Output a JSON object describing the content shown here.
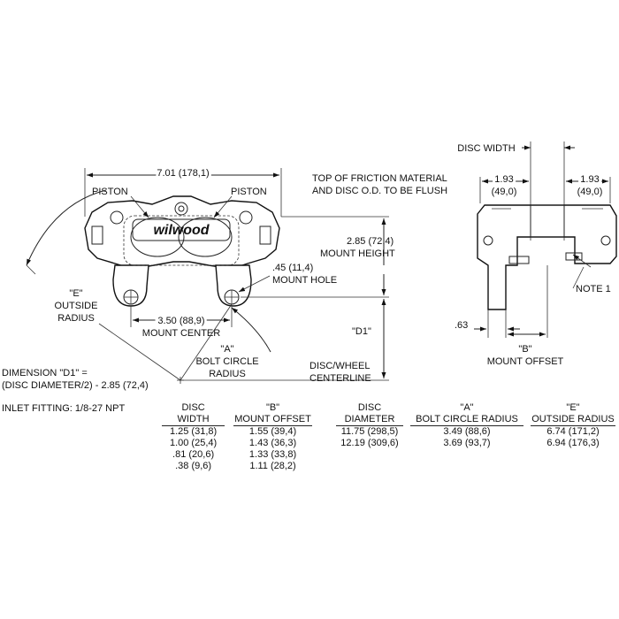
{
  "front_view": {
    "overall_width": "7.01 (178,1)",
    "piston_left": "PISTON",
    "piston_right": "PISTON",
    "logo": "wilwood",
    "mount_hole_1": ".45 (11,4)",
    "mount_hole_2": "MOUNT HOLE",
    "mount_center_1": "3.50 (88,9)",
    "mount_center_2": "MOUNT CENTER",
    "outside_radius_1": "\"E\"",
    "outside_radius_2": "OUTSIDE",
    "outside_radius_3": "RADIUS",
    "bolt_circle_1": "\"A\"",
    "bolt_circle_2": "BOLT CIRCLE",
    "bolt_circle_3": "RADIUS"
  },
  "dimensions": {
    "friction_note_1": "TOP OF FRICTION MATERIAL",
    "friction_note_2": "AND DISC O.D. TO BE FLUSH",
    "mount_height_1": "2.85 (72,4)",
    "mount_height_2": "MOUNT HEIGHT",
    "d1": "\"D1\"",
    "centerline_1": "DISC/WHEEL",
    "centerline_2": "CENTERLINE",
    "d1_formula_1": "DIMENSION \"D1\" =",
    "d1_formula_2": "(DISC DIAMETER/2) - 2.85 (72,4)",
    "inlet": "INLET FITTING: 1/8-27 NPT"
  },
  "side_view": {
    "disc_width": "DISC WIDTH",
    "left_dim_1": "1.93",
    "left_dim_2": "(49,0)",
    "right_dim_1": "1.93",
    "right_dim_2": "(49,0)",
    "note": "NOTE 1",
    "small_dim": ".63",
    "mount_offset_1": "\"B\"",
    "mount_offset_2": "MOUNT OFFSET"
  },
  "table1": {
    "headers": [
      [
        "DISC",
        "WIDTH"
      ],
      [
        "\"B\"",
        "MOUNT OFFSET"
      ]
    ],
    "rows": [
      [
        "1.25  (31,8)",
        "1.55  (39,4)"
      ],
      [
        "1.00  (25,4)",
        "1.43  (36,3)"
      ],
      [
        ".81  (20,6)",
        "1.33  (33,8)"
      ],
      [
        ".38  (9,6)",
        "1.11  (28,2)"
      ]
    ]
  },
  "table2": {
    "headers": [
      [
        "DISC",
        "DIAMETER"
      ],
      [
        "\"A\"",
        "BOLT CIRCLE RADIUS"
      ],
      [
        "\"E\"",
        "OUTSIDE RADIUS"
      ]
    ],
    "rows": [
      [
        "11.75  (298,5)",
        "3.49  (88,6)",
        "6.74  (171,2)"
      ],
      [
        "12.19  (309,6)",
        "3.69  (93,7)",
        "6.94  (176,3)"
      ]
    ]
  }
}
